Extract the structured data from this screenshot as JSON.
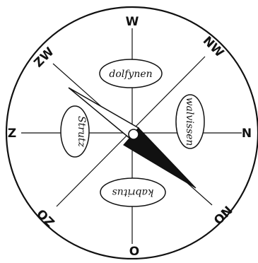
{
  "compass": {
    "directions": {
      "north": "W",
      "northeast": "NW",
      "east": "N",
      "southeast": "NO",
      "south": "O",
      "southwest": "ZO",
      "west": "Z",
      "northwest": "ZW"
    },
    "labels": {
      "top": "dolfynen",
      "right": "walvissen",
      "bottom": "kabritus",
      "left": "Strutz"
    },
    "colors": {
      "ink": "#111111",
      "background": "#ffffff"
    }
  }
}
